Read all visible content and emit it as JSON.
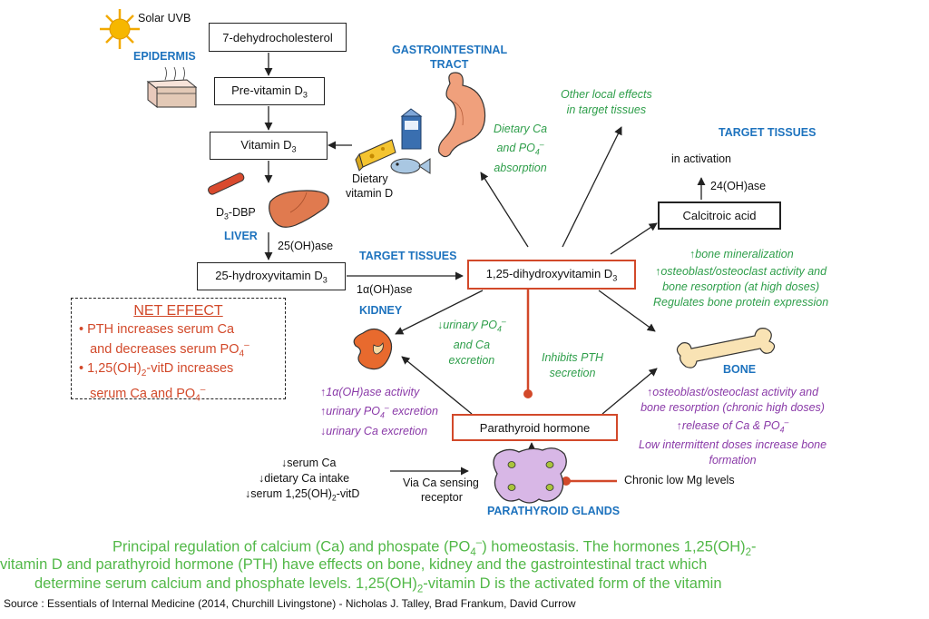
{
  "boxes": {
    "dehydro": "7-dehydrocholesterol",
    "previtd3": "Pre-vitamin D",
    "vitd3": "Vitamin D",
    "hydroxy25": "25-hydroxyvitamin D",
    "dihydroxy": "1,25-dihydroxyvitamin D",
    "calcitroic": "Calcitroic acid",
    "pth": "Parathyroid hormone"
  },
  "sub_3": "3",
  "labels": {
    "solar": "Solar UVB",
    "epidermis": "EPIDERMIS",
    "gi_tract_1": "GASTROINTESTINAL",
    "gi_tract_2": "TRACT",
    "dietary_vit_1": "Dietary",
    "dietary_vit_2": "vitamin D",
    "d3dbp": "D",
    "d3dbp_rest": "-DBP",
    "liver": "LIVER",
    "oh25ase": "25(OH)ase",
    "target_tissues_left": "TARGET TISSUES",
    "alpha_ohase": "1α(OH)ase",
    "kidney": "KIDNEY",
    "bone": "BONE",
    "parathyroid_glands": "PARATHYROID GLANDS",
    "target_tissues_right": "TARGET TISSUES",
    "in_activation": "in activation",
    "oh24ase": "24(OH)ase",
    "via_ca_1": "Via Ca sensing",
    "via_ca_2": "receptor",
    "chronic_mg": "Chronic low Mg levels"
  },
  "green": {
    "other_local_1": "Other local effects",
    "other_local_2": "in target tissues",
    "dietary_ca_1": "Dietary Ca",
    "dietary_ca_2": "and PO",
    "dietary_ca_3": "absorption",
    "urinary_po4_1": "urinary PO",
    "urinary_po4_2": "and Ca",
    "urinary_po4_3": "excretion",
    "inhibits_pth_1": "Inhibits PTH",
    "inhibits_pth_2": "secretion",
    "bone_min": "bone mineralization",
    "osteo_1": "osteoblast/osteoclast activity and",
    "osteo_2": "bone resorption (at high doses)",
    "osteo_3": "Regulates bone protein expression"
  },
  "purple": {
    "kid_1": "1α(OH)ase activity",
    "kid_2": "urinary PO",
    "kid_2b": " excretion",
    "kid_3": "urinary Ca excretion",
    "bone_1": "osteoblast/osteoclast activity and",
    "bone_2": "bone resorption (chronic high doses)",
    "bone_3": "release of Ca & PO",
    "bone_4": "Low intermittent doses increase bone",
    "bone_5": "formation"
  },
  "stimuli": {
    "serum_ca": "serum Ca",
    "dietary_ca": "dietary Ca intake",
    "serum_125": "serum 1,25(OH)",
    "serum_125_rest": "-vitD"
  },
  "net_effect": {
    "title": "NET EFFECT",
    "b1_1": "PTH increases serum Ca",
    "b1_2": "and decreases serum PO",
    "b2_1": "1,25(OH)",
    "b2_1b": "-vitD increases",
    "b2_2": "serum Ca and PO"
  },
  "caption": {
    "l1a": "Principal regulation of calcium (Ca) and phospate (PO",
    "l1b": ") homeostasis. The hormones 1,25(OH)",
    "l1c": "-",
    "l2": "vitamin D and parathyroid hormone (PTH) have effects on bone, kidney and the gastrointestinal tract which",
    "l3a": "determine serum calcium and phosphate levels. 1,25(OH)",
    "l3b": "-vitamin D is the activated form of the vitamin"
  },
  "source": "Source : Essentials of Internal Medicine (2014, Churchill Livingstone) - Nicholas J. Talley, Brad Frankum, David Currow",
  "glyphs": {
    "up": "↑",
    "down": "↓",
    "sub2": "2",
    "sup4": "4",
    "supminus": "–",
    "bullet": "•"
  },
  "colors": {
    "blue": "#1e73be",
    "green": "#2e9e4a",
    "purple": "#8a3aa8",
    "red": "#d2492a",
    "caption": "#52b848"
  }
}
